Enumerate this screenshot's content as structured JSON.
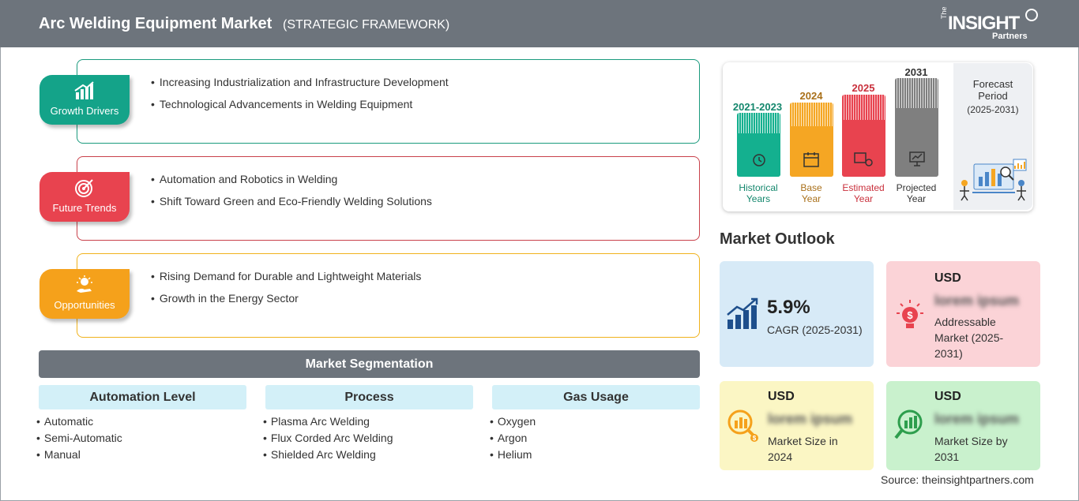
{
  "header": {
    "title": "Arc Welding Equipment Market",
    "subtitle": "(STRATEGIC FRAMEWORK)",
    "logo_the": "The",
    "logo_insight": "INSIGHT",
    "logo_partners": "Partners"
  },
  "cards": [
    {
      "label": "Growth Drivers",
      "color": "#14a389",
      "border": "#1a9a7d",
      "icon": "growth-chart-icon",
      "items": [
        "Increasing Industrialization and Infrastructure Development",
        "Technological Advancements in Welding Equipment"
      ]
    },
    {
      "label": "Future Trends",
      "color": "#e8434f",
      "border": "#c9414b",
      "icon": "target-icon",
      "items": [
        "Automation and Robotics in Welding",
        "Shift Toward Green and Eco-Friendly Welding Solutions"
      ]
    },
    {
      "label": "Opportunities",
      "color": "#f5a11b",
      "border": "#f0b21c",
      "icon": "idea-hand-icon",
      "items": [
        "Rising Demand for Durable and Lightweight Materials",
        "Growth in the Energy Sector"
      ]
    }
  ],
  "segmentation": {
    "title": "Market Segmentation",
    "columns": [
      {
        "header": "Automation Level",
        "items": [
          "Automatic",
          "Semi-Automatic",
          "Manual"
        ]
      },
      {
        "header": "Process",
        "items": [
          "Plasma Arc Welding",
          "Flux Corded Arc Welding",
          "Shielded Arc Welding"
        ]
      },
      {
        "header": "Gas Usage",
        "items": [
          "Oxygen",
          "Argon",
          "Helium"
        ]
      }
    ]
  },
  "timeline": {
    "bars": [
      {
        "year": "2021-2023",
        "label1": "Historical",
        "label2": "Years",
        "color": "#14b08f",
        "year_color": "#14876d",
        "label_color": "#14876d",
        "icon": "history-icon"
      },
      {
        "year": "2024",
        "label1": "Base",
        "label2": "Year",
        "color": "#f5a623",
        "year_color": "#a9701a",
        "label_color": "#a9701a",
        "icon": "calendar-icon"
      },
      {
        "year": "2025",
        "label1": "Estimated",
        "label2": "Year",
        "color": "#e8434f",
        "year_color": "#c9303c",
        "label_color": "#c9303c",
        "icon": "estimate-icon"
      },
      {
        "year": "2031",
        "label1": "Projected",
        "label2": "Year",
        "color": "#7f7f7f",
        "year_color": "#333333",
        "label_color": "#333333",
        "icon": "presentation-icon"
      }
    ],
    "forecast_title_1": "Forecast",
    "forecast_title_2": "Period",
    "forecast_period": "(2025-2031)"
  },
  "outlook": {
    "title": "Market Outlook",
    "cagr_value": "5.9%",
    "cagr_label": "CAGR (2025-2031)",
    "addressable": {
      "usd": "USD",
      "blur": "lorem ipsum",
      "desc1": "Addressable",
      "desc2": "Market (2025-",
      "desc3": "2031)"
    },
    "size2024": {
      "usd": "USD",
      "blur": "lorem ipsum",
      "desc1": "Market Size in",
      "desc2": "2024"
    },
    "size2031": {
      "usd": "USD",
      "blur": "lorem ipsum",
      "desc1": "Market Size by",
      "desc2": "2031"
    },
    "colors": {
      "cagr": "#d7eaf7",
      "addressable": "#fbd3d7",
      "size2024": "#fbf6c4",
      "size2031": "#c9f1cd"
    }
  },
  "source": "Source: theinsightpartners.com"
}
